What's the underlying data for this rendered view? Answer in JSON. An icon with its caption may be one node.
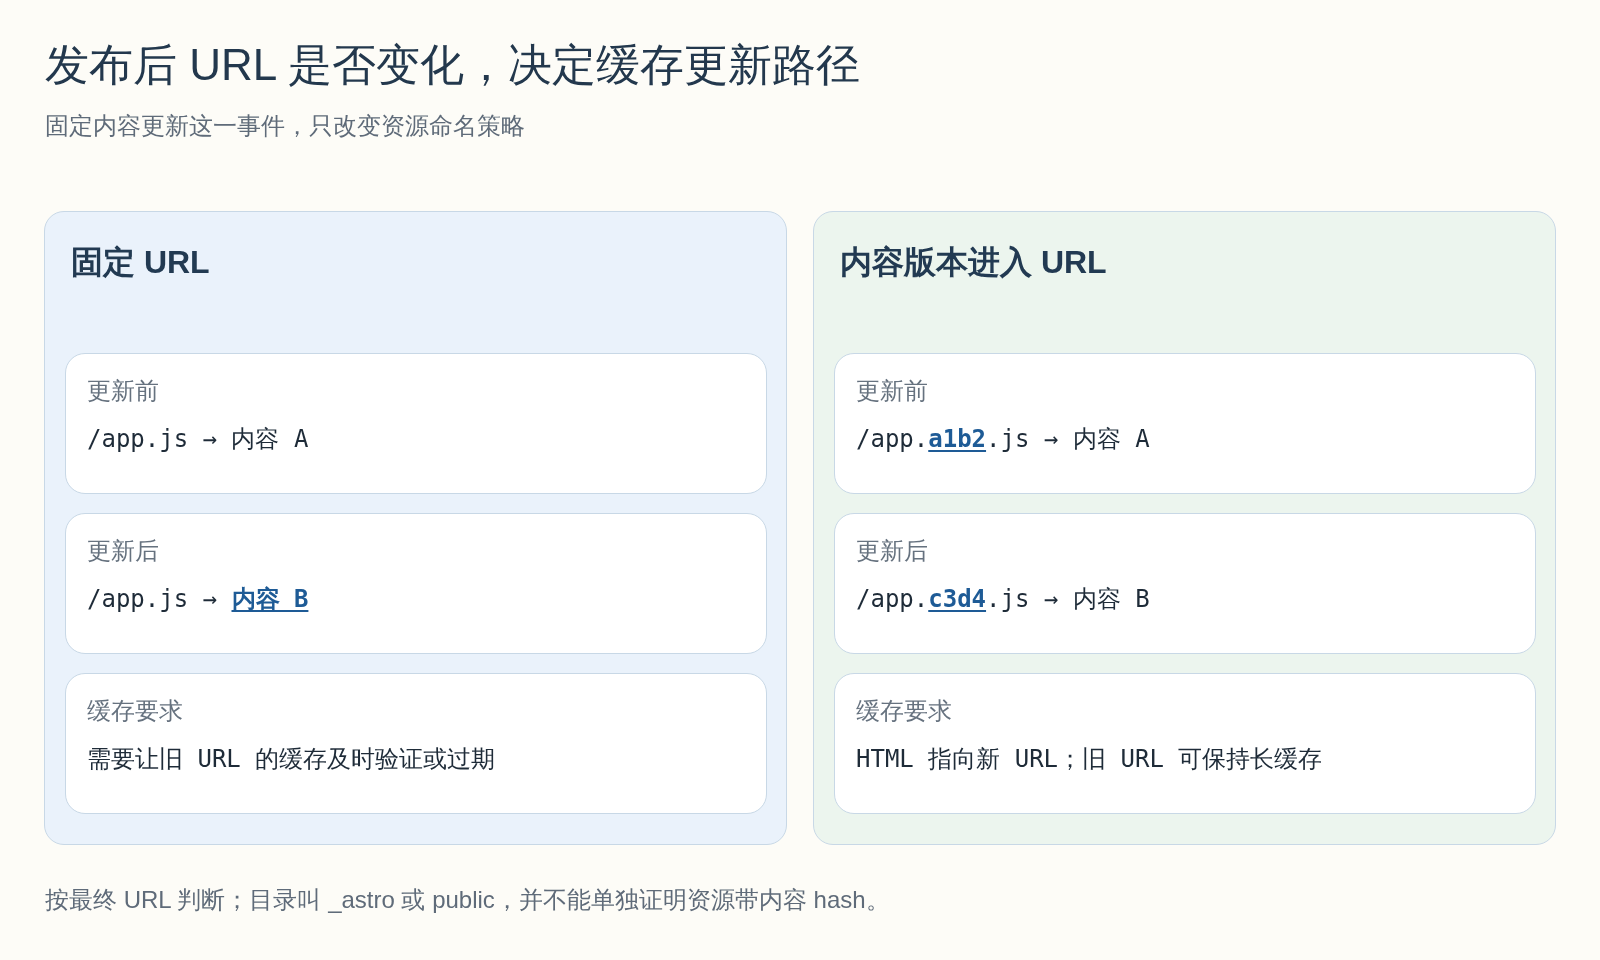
{
  "diagram": {
    "title": "发布后 URL 是否变化，决定缓存更新路径",
    "caption": "按最终 URL 判断；目录叫 _astro 或 public，并不能单独证明资源带内容 hash。",
    "nodes": [
      {
        "text": [
          "固定 URL"
        ]
      },
      {
        "text": [
          "更新前",
          "/app.js → 内容 A"
        ],
        "in": 0
      },
      {
        "text": [
          "更新后",
          "/app.js → **内容 B**"
        ],
        "in": 0
      },
      {
        "text": [
          "缓存要求",
          "需要让旧 URL 的缓存及时验证或过期"
        ],
        "in": 0
      },
      {
        "text": [
          "内容版本进入 URL"
        ]
      },
      {
        "text": [
          "更新前",
          "/app.**a1b2**.js → 内容 A"
        ],
        "in": 4
      },
      {
        "text": [
          "更新后",
          "/app.**c3d4**.js → 内容 B"
        ],
        "in": 4
      },
      {
        "text": [
          "缓存要求",
          "HTML 指向新 URL；旧 URL 可保持长缓存"
        ],
        "in": 4
      }
    ],
    "labels": [
      "固定内容更新这一事件，只改变资源命名策略"
    ]
  }
}
